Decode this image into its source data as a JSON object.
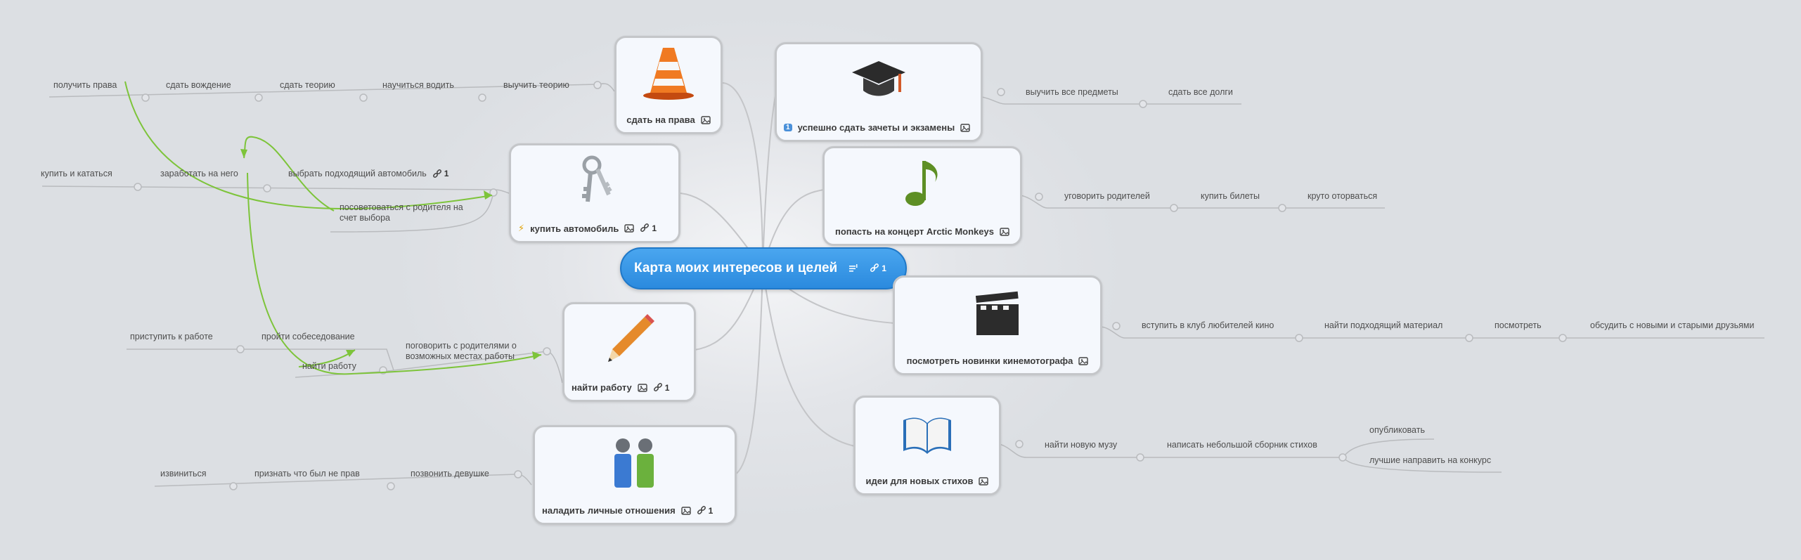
{
  "central": {
    "title": "Карта моих интересов и целей",
    "link_count": "1"
  },
  "nodes": {
    "drive_license": {
      "label": "сдать на права",
      "branch": [
        "выучить теорию",
        "научиться водить",
        "сдать теорию",
        "сдать вождение",
        "получить права"
      ]
    },
    "car": {
      "label": "купить автомобиль",
      "link_count": "1",
      "branch": [
        "выбрать подходящий автомобиль",
        "заработать на него",
        "купить и кататься"
      ],
      "branch_link_count": "1",
      "advice": "посоветоваться с родителя на счет выбора"
    },
    "job": {
      "label": "найти работу",
      "link_count": "1",
      "talk": "поговорить с родителями о возможных местах работы",
      "branch": [
        "пройти собеседование",
        "приступить к работе"
      ],
      "find": "найти работу"
    },
    "relations": {
      "label": "наладить личные отношения",
      "link_count": "1",
      "branch": [
        "позвонить девушке",
        "признать что был не прав",
        "извиниться"
      ]
    },
    "exams": {
      "label": "успешно сдать зачеты и экзамены",
      "branch": [
        "выучить все предметы",
        "сдать все долги"
      ]
    },
    "concert": {
      "label": "попасть на концерт Arctic Monkeys",
      "branch": [
        "уговорить родителей",
        "купить билеты",
        "круто оторваться"
      ]
    },
    "cinema": {
      "label": "посмотреть новинки кинемотографа",
      "branch": [
        "вступить в клуб любителей кино",
        "найти подходящий материал",
        "посмотреть",
        "обсудить с новыми и старыми друзьями"
      ]
    },
    "poems": {
      "label": "идеи для новых стихов",
      "branch": [
        "найти новую музу",
        "написать небольшой сборник стихов"
      ],
      "sub": [
        "опубликовать",
        "лучшие направить на конкурс"
      ]
    }
  },
  "icons": {
    "image": "image-icon",
    "link": "link-icon",
    "notes": "notes-icon",
    "warning": "lightning-icon",
    "info": "info-icon"
  },
  "colors": {
    "central": "#2b8ade",
    "relation": "#7dc43a",
    "line": "#b9bbbe"
  }
}
